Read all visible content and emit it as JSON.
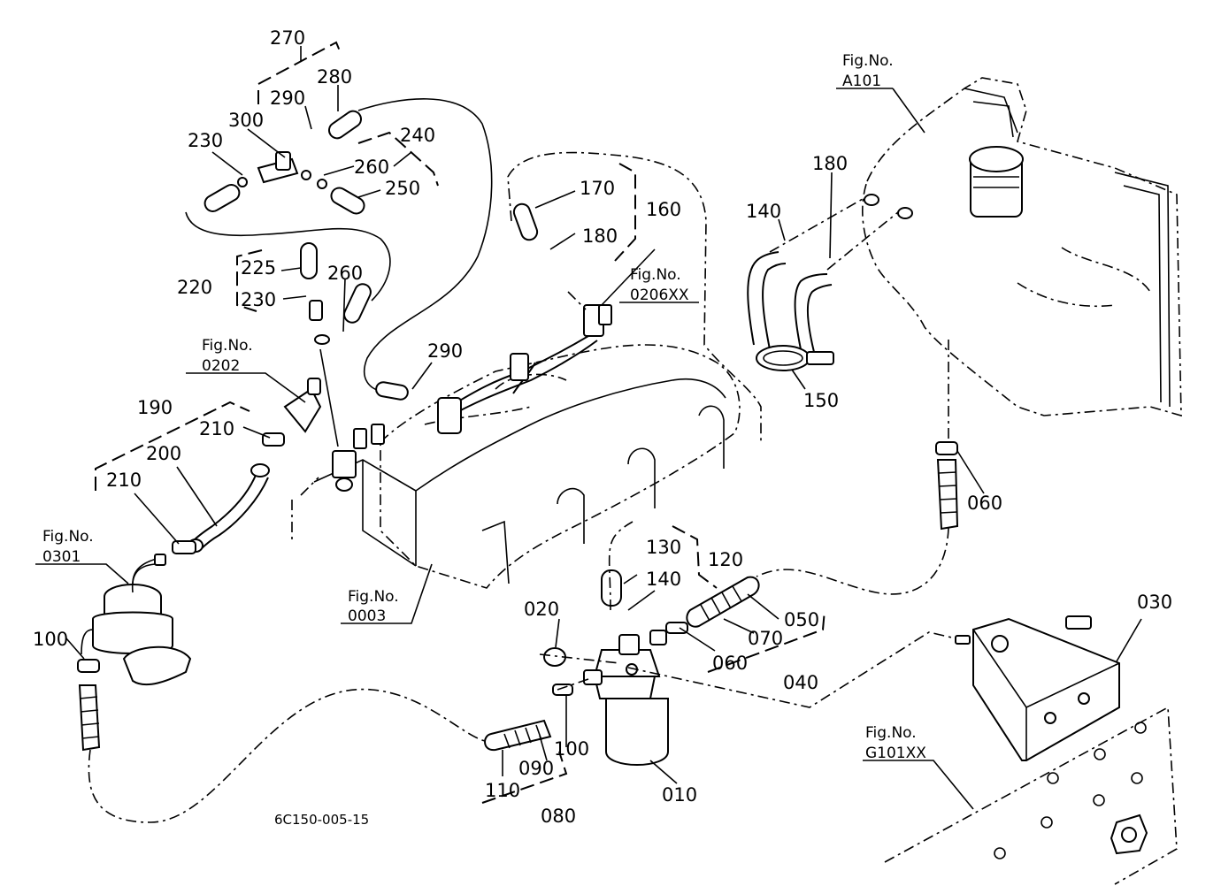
{
  "diagram": {
    "code": "6C150-005-15",
    "parts": [
      {
        "id": "p270",
        "num": "270"
      },
      {
        "id": "p280",
        "num": "280"
      },
      {
        "id": "p290a",
        "num": "290"
      },
      {
        "id": "p300",
        "num": "300"
      },
      {
        "id": "p230a",
        "num": "230"
      },
      {
        "id": "p240",
        "num": "240"
      },
      {
        "id": "p260a",
        "num": "260"
      },
      {
        "id": "p250",
        "num": "250"
      },
      {
        "id": "p225",
        "num": "225"
      },
      {
        "id": "p220",
        "num": "220"
      },
      {
        "id": "p230b",
        "num": "230"
      },
      {
        "id": "p260b",
        "num": "260"
      },
      {
        "id": "p290b",
        "num": "290"
      },
      {
        "id": "p170",
        "num": "170"
      },
      {
        "id": "p160",
        "num": "160"
      },
      {
        "id": "p180a",
        "num": "180"
      },
      {
        "id": "p190",
        "num": "190"
      },
      {
        "id": "p210a",
        "num": "210"
      },
      {
        "id": "p200",
        "num": "200"
      },
      {
        "id": "p210b",
        "num": "210"
      },
      {
        "id": "p100a",
        "num": "100"
      },
      {
        "id": "p140a",
        "num": "140"
      },
      {
        "id": "p180b",
        "num": "180"
      },
      {
        "id": "p150",
        "num": "150"
      },
      {
        "id": "p060a",
        "num": "060"
      },
      {
        "id": "p130",
        "num": "130"
      },
      {
        "id": "p120",
        "num": "120"
      },
      {
        "id": "p140b",
        "num": "140"
      },
      {
        "id": "p020",
        "num": "020"
      },
      {
        "id": "p050",
        "num": "050"
      },
      {
        "id": "p070",
        "num": "070"
      },
      {
        "id": "p060b",
        "num": "060"
      },
      {
        "id": "p040",
        "num": "040"
      },
      {
        "id": "p030",
        "num": "030"
      },
      {
        "id": "p100b",
        "num": "100"
      },
      {
        "id": "p090",
        "num": "090"
      },
      {
        "id": "p110",
        "num": "110"
      },
      {
        "id": "p080",
        "num": "080"
      },
      {
        "id": "p010",
        "num": "010"
      }
    ],
    "fig_refs": [
      {
        "id": "A101",
        "line1": "Fig.No.",
        "line2": "A101"
      },
      {
        "id": "0206XX",
        "line1": "Fig.No.",
        "line2": "0206XX"
      },
      {
        "id": "0202",
        "line1": "Fig.No.",
        "line2": "0202"
      },
      {
        "id": "0301",
        "line1": "Fig.No.",
        "line2": "0301"
      },
      {
        "id": "0003",
        "line1": "Fig.No.",
        "line2": "0003"
      },
      {
        "id": "G101XX",
        "line1": "Fig.No.",
        "line2": "G101XX"
      }
    ]
  }
}
